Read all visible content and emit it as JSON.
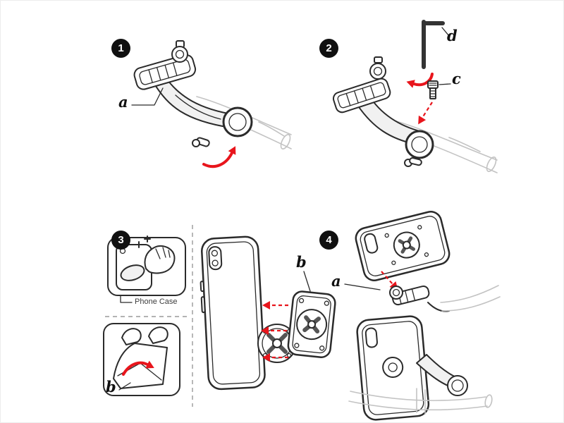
{
  "colors": {
    "red": "#e8151c",
    "ink": "#2b2b2b",
    "sketch": "#c3c3c3"
  },
  "step1": {
    "number": "1",
    "label_a": "a"
  },
  "step2": {
    "number": "2",
    "label_d": "d",
    "label_c": "c"
  },
  "step3": {
    "number": "3",
    "label_b_plate": "b",
    "label_b_liner": "b",
    "caption_phone_case": "Phone Case"
  },
  "step4": {
    "number": "4",
    "label_a": "a"
  }
}
